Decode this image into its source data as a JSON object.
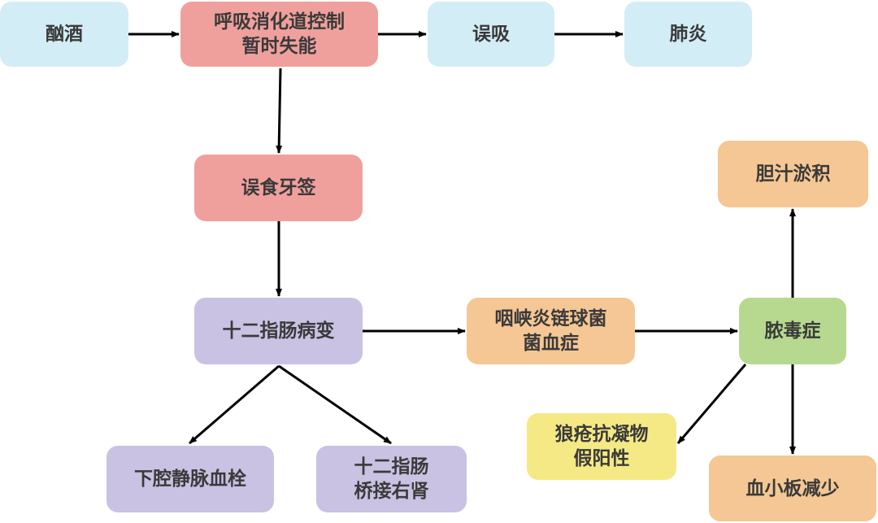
{
  "nodes": {
    "alcohol": "酗酒",
    "airway_loss": "呼吸消化道控制\n暂时失能",
    "aspiration": "误吸",
    "pneumonia": "肺炎",
    "toothpick": "误食牙签",
    "duodenal_lesion": "十二指肠病变",
    "strep_bacteremia": "咽峡炎链球菌\n菌血症",
    "sepsis": "脓毒症",
    "cholestasis": "胆汁淤积",
    "lupus_anticoagulant": "狼疮抗凝物\n假阳性",
    "thrombocytopenia": "血小板减少",
    "ivc_thrombus": "下腔静脉血栓",
    "duodenal_renal_bridge": "十二指肠\n桥接右肾"
  },
  "colors": {
    "blue": "#d3edf6",
    "pink": "#f0a09c",
    "lavender": "#c9c2e2",
    "orange": "#f5c794",
    "green": "#b7d98f",
    "yellow": "#f5e985",
    "arrow": "#000000"
  }
}
